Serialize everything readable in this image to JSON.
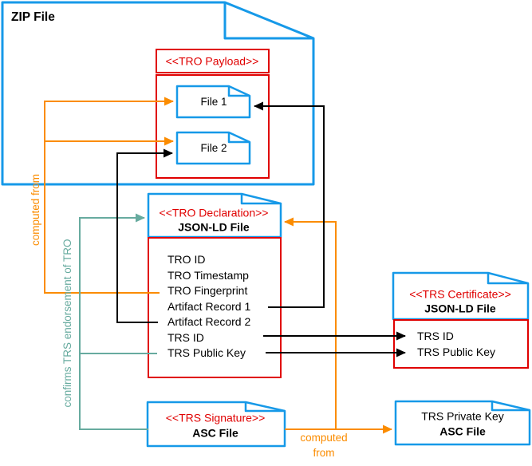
{
  "colors": {
    "blue": "#1699E8",
    "red": "#E00000",
    "orange": "#FB8C00",
    "teal": "#67AB9F",
    "black": "#000000"
  },
  "zip": {
    "label": "ZIP File"
  },
  "payload": {
    "stereotype": "<<TRO Payload>>",
    "files": [
      {
        "label": "File 1"
      },
      {
        "label": "File 2"
      }
    ]
  },
  "declaration": {
    "stereotype": "<<TRO Declaration>>",
    "file_type": "JSON-LD File",
    "fields": [
      "TRO ID",
      "TRO Timestamp",
      "TRO Fingerprint",
      "Artifact Record 1",
      "Artifact Record 2",
      "TRS ID",
      "TRS Public Key"
    ]
  },
  "certificate": {
    "stereotype": "<<TRS Certificate>>",
    "file_type": "JSON-LD File",
    "fields": [
      "TRS ID",
      "TRS Public Key"
    ]
  },
  "signature": {
    "stereotype": "<<TRS Signature>>",
    "file_type": "ASC File"
  },
  "private_key": {
    "title": "TRS Private Key",
    "file_type": "ASC File"
  },
  "edge_labels": {
    "computed_from_left": "computed from",
    "confirms_endorsement": "confirms TRS endorsement of TRO",
    "computed_from_bottom": "computed from"
  }
}
